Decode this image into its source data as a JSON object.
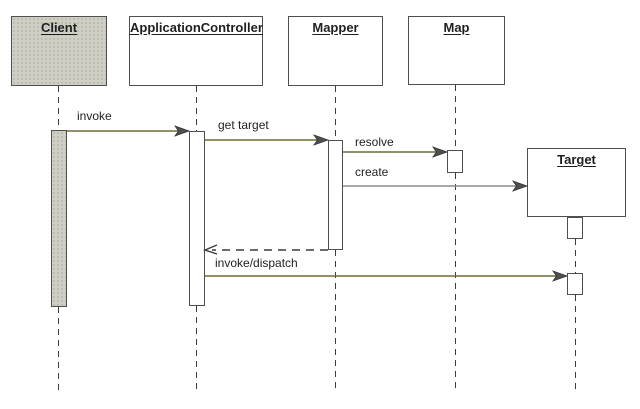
{
  "actors": {
    "client": {
      "label": "Client"
    },
    "application_controller": {
      "label": "ApplicationController"
    },
    "mapper": {
      "label": "Mapper"
    },
    "map": {
      "label": "Map"
    },
    "target": {
      "label": "Target"
    }
  },
  "messages": {
    "invoke": {
      "label": "invoke",
      "from": "client",
      "to": "application_controller",
      "type": "call"
    },
    "get_target": {
      "label": "get target",
      "from": "application_controller",
      "to": "mapper",
      "type": "call"
    },
    "resolve": {
      "label": "resolve",
      "from": "mapper",
      "to": "map",
      "type": "call"
    },
    "create": {
      "label": "create",
      "from": "mapper",
      "to": "target",
      "type": "call"
    },
    "return_target": {
      "label": "",
      "from": "mapper",
      "to": "application_controller",
      "type": "return"
    },
    "invoke_dispatch": {
      "label": "invoke/dispatch",
      "from": "application_controller",
      "to": "target",
      "type": "call"
    }
  },
  "colors": {
    "background": "#ffffff",
    "client_fill": "#cfcfc6",
    "client_dot": "#b7b7aa",
    "box_fill": "#ffffff",
    "border": "#4f4f4f",
    "lifeline": "#3c3c3c",
    "arrow_olive": "#6b6b3a",
    "arrow_gray": "#8c8c8c",
    "return_arrow": "#3a3a3a",
    "arrowhead": "#4f4f4f",
    "text": "#1f1f1f"
  }
}
